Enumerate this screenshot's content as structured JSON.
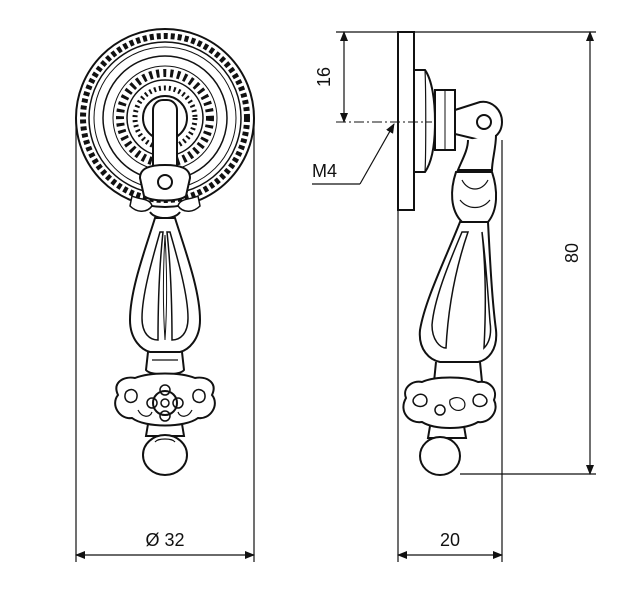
{
  "dimensions": {
    "diameter": "Ø 32",
    "width": "20",
    "height": "80",
    "offset": "16",
    "thread": "M4"
  }
}
